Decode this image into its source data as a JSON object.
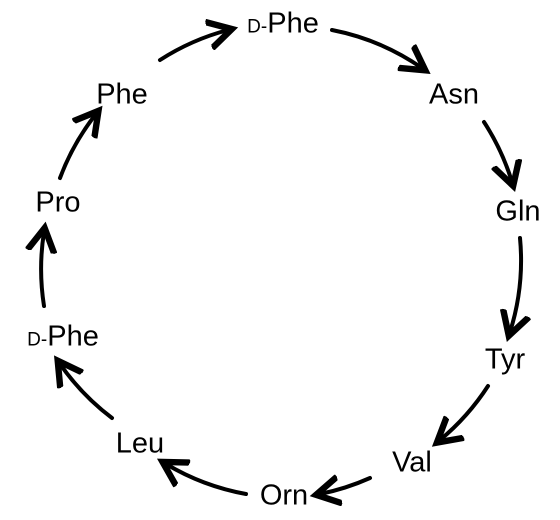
{
  "colors": {
    "ink": "#000000",
    "background": "#ffffff"
  },
  "residues": [
    {
      "name": "Phe",
      "prefix": "D-"
    },
    {
      "name": "Asn",
      "prefix": ""
    },
    {
      "name": "Gln",
      "prefix": ""
    },
    {
      "name": "Tyr",
      "prefix": ""
    },
    {
      "name": "Val",
      "prefix": ""
    },
    {
      "name": "Orn",
      "prefix": ""
    },
    {
      "name": "Leu",
      "prefix": ""
    },
    {
      "name": "Phe",
      "prefix": "D-"
    },
    {
      "name": "Pro",
      "prefix": ""
    },
    {
      "name": "Phe",
      "prefix": ""
    }
  ],
  "arrow_direction": "clockwise"
}
